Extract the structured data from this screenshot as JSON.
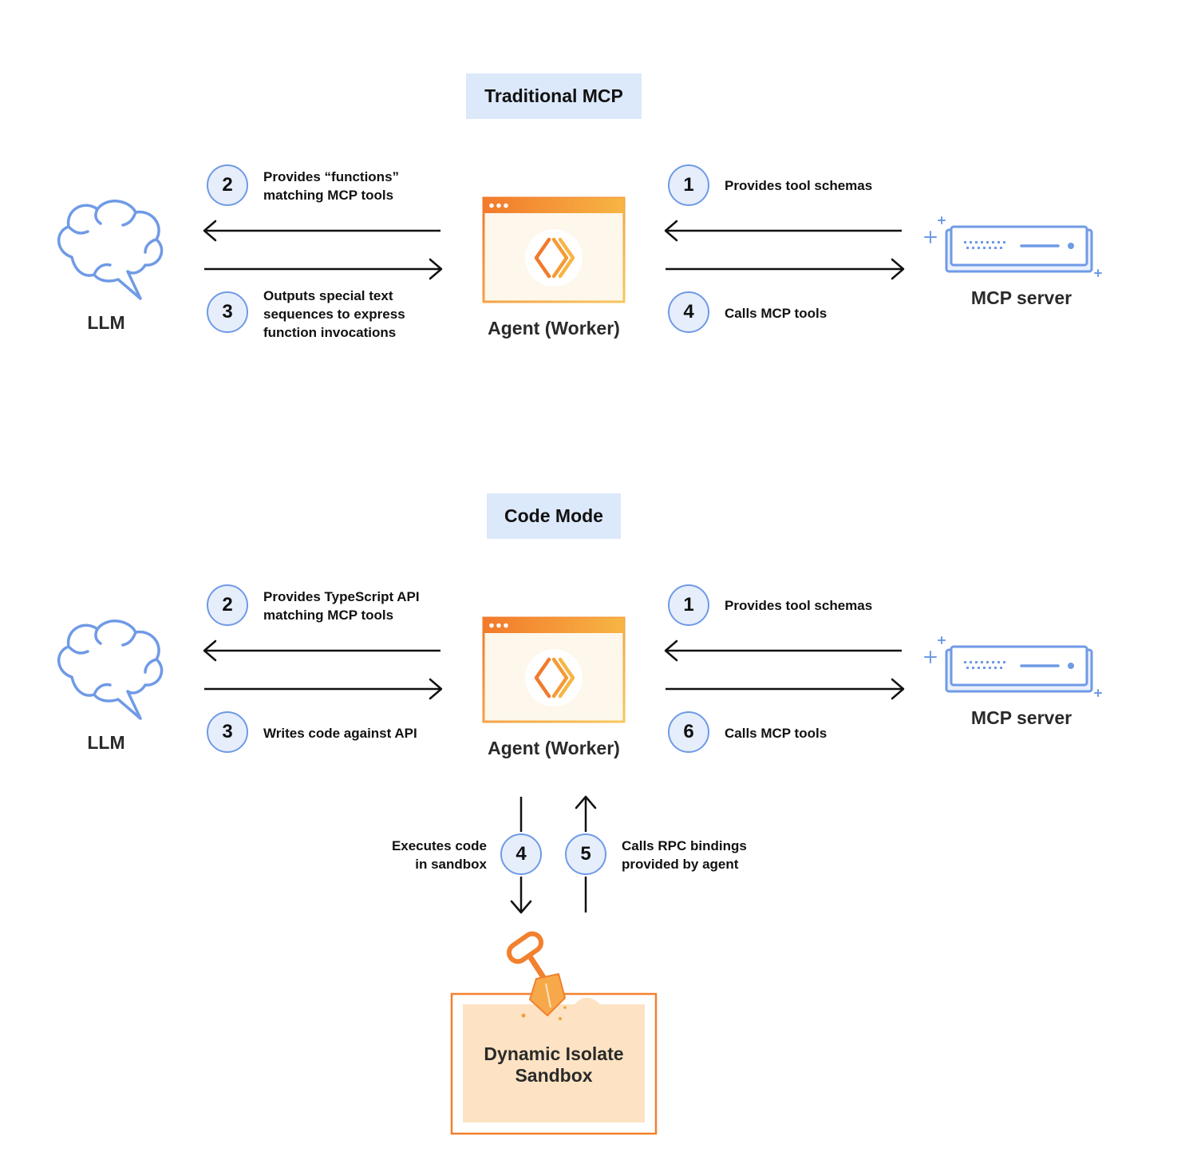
{
  "traditional": {
    "title": "Traditional MCP",
    "llm_label": "LLM",
    "agent_label": "Agent (Worker)",
    "server_label": "MCP server",
    "steps": {
      "s1": {
        "num": "1",
        "lines": [
          "Provides tool schemas"
        ]
      },
      "s2": {
        "num": "2",
        "lines": [
          "Provides “functions”",
          "matching MCP tools"
        ]
      },
      "s3": {
        "num": "3",
        "lines": [
          "Outputs special text",
          "sequences to express",
          "function invocations"
        ]
      },
      "s4": {
        "num": "4",
        "lines": [
          "Calls MCP tools"
        ]
      }
    }
  },
  "codemode": {
    "title": "Code Mode",
    "llm_label": "LLM",
    "agent_label": "Agent (Worker)",
    "server_label": "MCP server",
    "sandbox_label": [
      "Dynamic Isolate",
      "Sandbox"
    ],
    "steps": {
      "s1": {
        "num": "1",
        "lines": [
          "Provides tool schemas"
        ]
      },
      "s2": {
        "num": "2",
        "lines": [
          "Provides TypeScript API",
          "matching MCP tools"
        ]
      },
      "s3": {
        "num": "3",
        "lines": [
          "Writes code against API"
        ]
      },
      "s4": {
        "num": "4",
        "lines": [
          "Executes code",
          "in sandbox"
        ]
      },
      "s5": {
        "num": "5",
        "lines": [
          "Calls RPC bindings",
          "provided by agent"
        ]
      },
      "s6": {
        "num": "6",
        "lines": [
          "Calls MCP tools"
        ]
      }
    }
  },
  "colors": {
    "accent_blue": "#6f9ae6",
    "badge_fill": "#e6eefc",
    "title_fill": "#dce9fb",
    "worker_orange": "#f2802e",
    "sandbox_fill": "#fde3c3"
  }
}
